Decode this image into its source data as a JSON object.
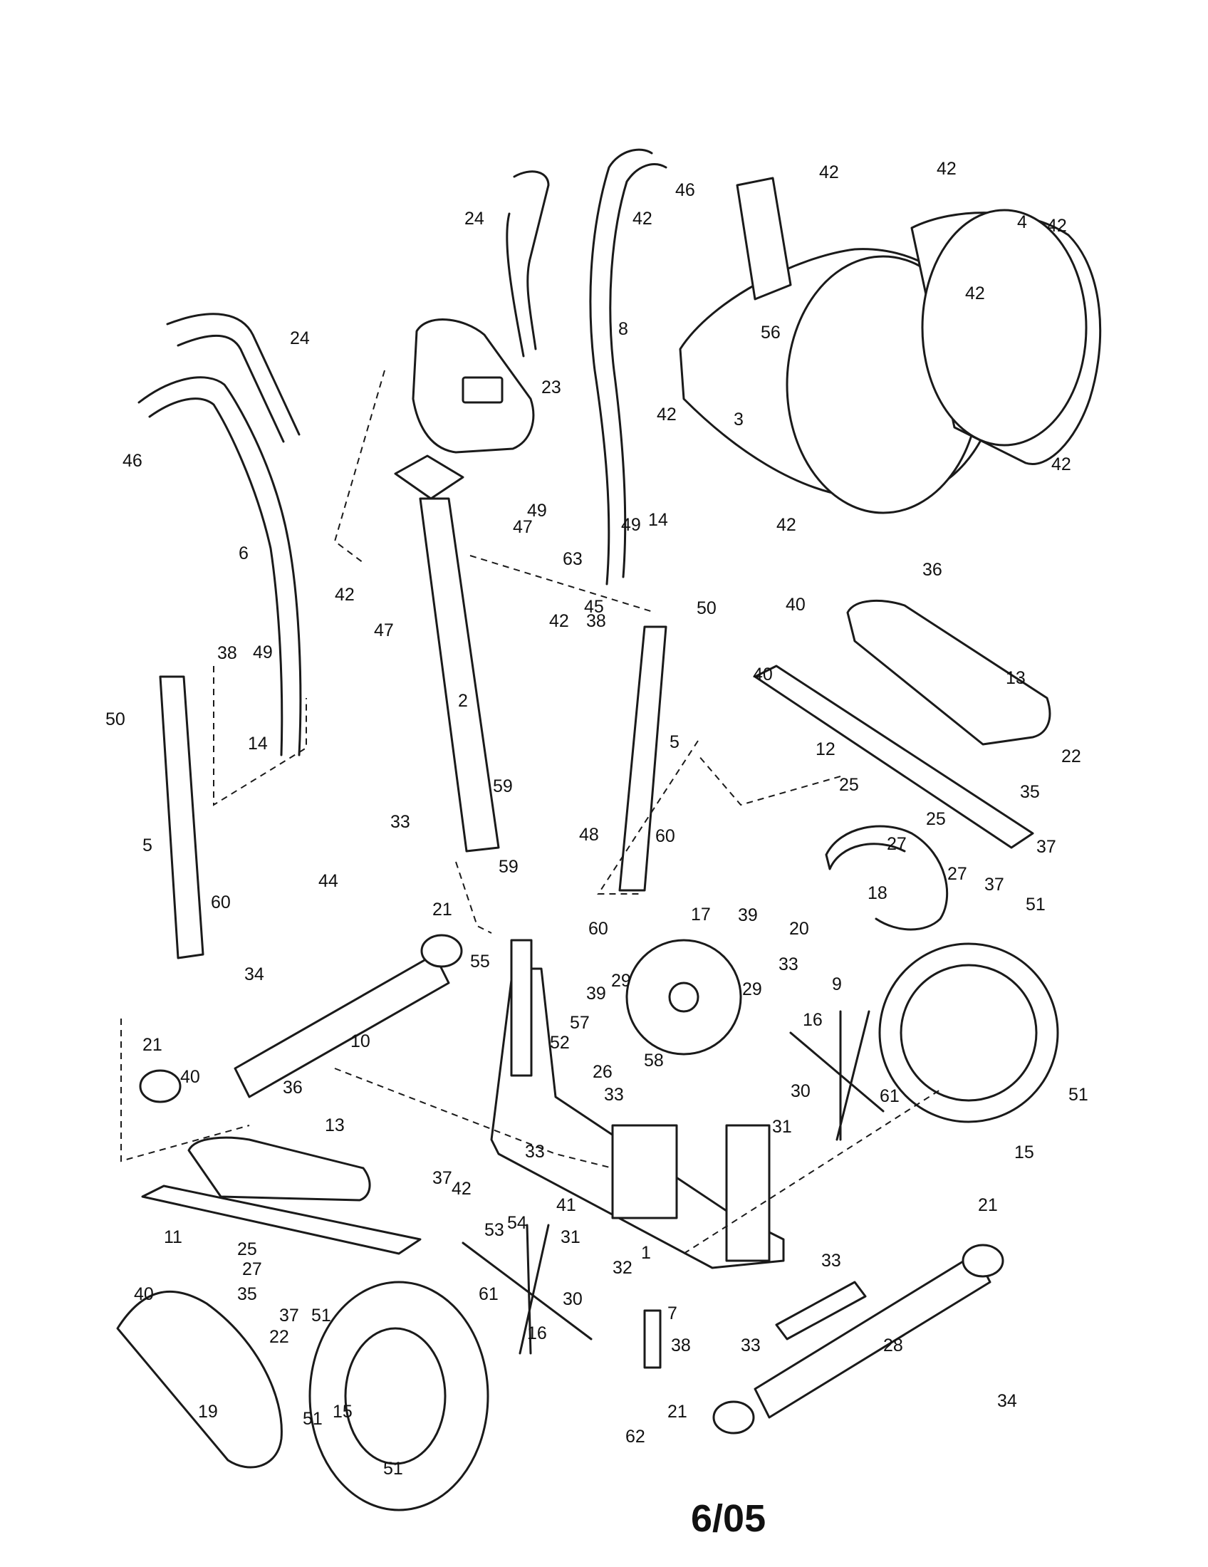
{
  "footer": {
    "page_code": "6/05"
  },
  "callouts": [
    "46",
    "42",
    "42",
    "42",
    "4",
    "42",
    "24",
    "42",
    "56",
    "24",
    "8",
    "23",
    "3",
    "42",
    "42",
    "46",
    "42",
    "6",
    "49",
    "47",
    "14",
    "63",
    "42",
    "45",
    "49",
    "47",
    "50",
    "38",
    "36",
    "38",
    "40",
    "49",
    "42",
    "13",
    "50",
    "14",
    "2",
    "40",
    "12",
    "5",
    "22",
    "59",
    "25",
    "35",
    "33",
    "48",
    "27",
    "25",
    "5",
    "59",
    "60",
    "37",
    "27",
    "37",
    "44",
    "18",
    "60",
    "21",
    "39",
    "60",
    "55",
    "17",
    "20",
    "51",
    "34",
    "29",
    "39",
    "29",
    "33",
    "9",
    "57",
    "21",
    "10",
    "52",
    "58",
    "16",
    "26",
    "40",
    "36",
    "33",
    "30",
    "61",
    "51",
    "13",
    "31",
    "33",
    "15",
    "37",
    "42",
    "41",
    "53",
    "54",
    "11",
    "31",
    "1",
    "21",
    "25",
    "27",
    "32",
    "33",
    "30",
    "40",
    "35",
    "61",
    "16",
    "7",
    "37",
    "22",
    "51",
    "38",
    "33",
    "28",
    "15",
    "19",
    "51",
    "34",
    "21",
    "62",
    "51"
  ]
}
